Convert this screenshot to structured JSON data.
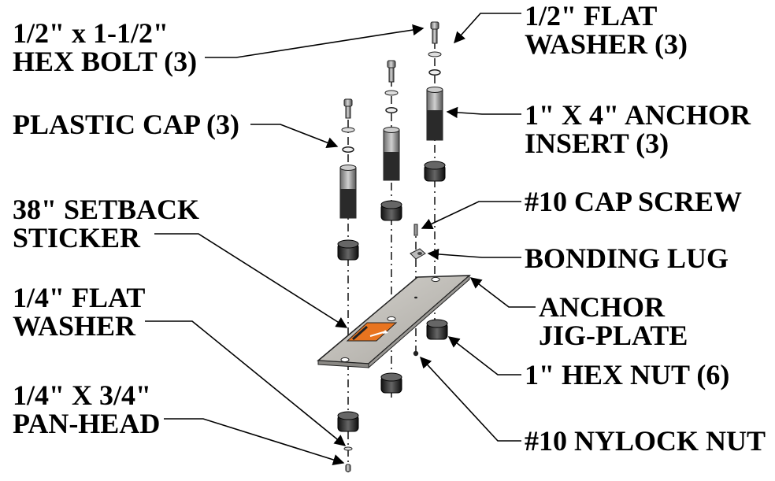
{
  "labels": {
    "hex_bolt": "1/2\" x 1-1/2\"\nHEX BOLT (3)",
    "flat_washer_half": "1/2\" FLAT\nWASHER (3)",
    "plastic_cap": "PLASTIC CAP (3)",
    "anchor_insert": "1\" X 4\" ANCHOR\nINSERT (3)",
    "cap_screw": "#10 CAP SCREW",
    "setback_sticker": "38\" SETBACK\nSTICKER",
    "bonding_lug": "BONDING LUG",
    "flat_washer_quarter": "1/4\" FLAT\nWASHER",
    "anchor_jig_plate": "ANCHOR\nJIG-PLATE",
    "hex_nut": "1\" HEX NUT (6)",
    "pan_head": "1/4\" X 3/4\"\nPAN-HEAD",
    "nylock_nut": "#10 NYLOCK NUT"
  },
  "colors": {
    "line": "#000000",
    "plate": "#c9c6c0",
    "sticker": "#e8741f",
    "metal_dark": "#3a3a3a",
    "metal_light": "#bdbdbd"
  }
}
